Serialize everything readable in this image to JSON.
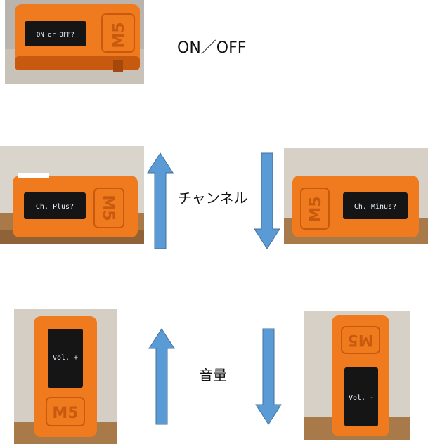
{
  "labels": {
    "onoff": "ON／OFF",
    "channel": "チャンネル",
    "volume": "音量"
  },
  "device_screens": {
    "onoff": "ON or OFF?",
    "ch_plus": "Ch. Plus?",
    "ch_minus": "Ch. Minus?",
    "vol_plus": "Vol. +",
    "vol_minus": "Vol. -"
  },
  "brand_mark": "M5",
  "colors": {
    "device_orange": "#f07a1e",
    "device_orange_dark": "#c85a10",
    "arrow_blue": "#5b9bd5",
    "arrow_blue_edge": "#41719c",
    "wood": "#a87a4a",
    "wall": "#d9d4cc"
  }
}
